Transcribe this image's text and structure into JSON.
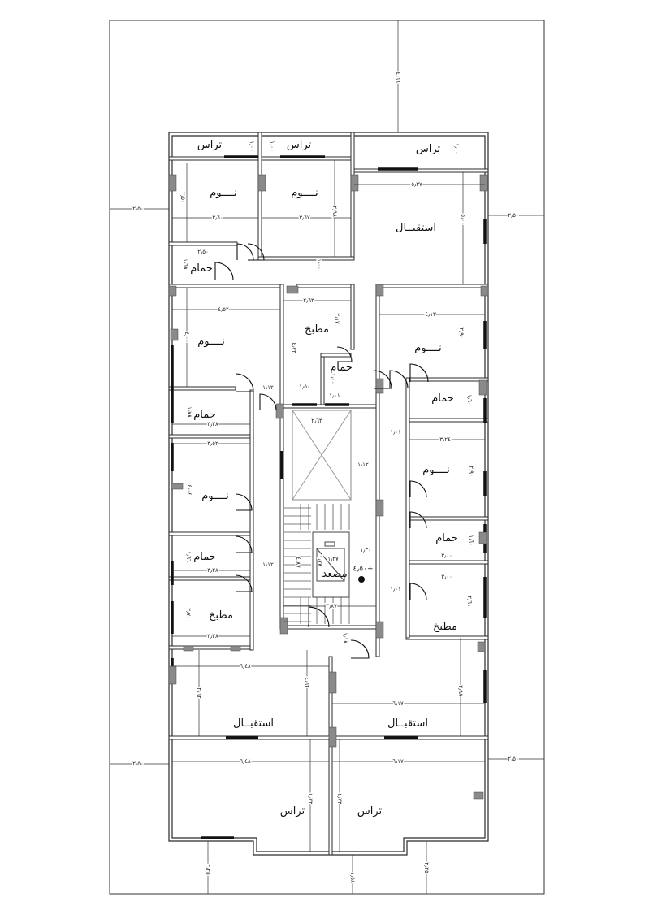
{
  "plan": {
    "level_label": "٤٫٥٠+",
    "rooms": [
      {
        "label": "تراس"
      },
      {
        "label": "تراس"
      },
      {
        "label": "تراس"
      },
      {
        "label": "نــــوم"
      },
      {
        "label": "نــــوم"
      },
      {
        "label": "استقبــال"
      },
      {
        "label": "حمام"
      },
      {
        "label": "نــــوم"
      },
      {
        "label": "مطبخ"
      },
      {
        "label": "حمام"
      },
      {
        "label": "نــــوم"
      },
      {
        "label": "حمام"
      },
      {
        "label": "حمام"
      },
      {
        "label": "نــــوم"
      },
      {
        "label": "نــــوم"
      },
      {
        "label": "حمام"
      },
      {
        "label": "حمام"
      },
      {
        "label": "مصعد"
      },
      {
        "label": "مطبخ"
      },
      {
        "label": "مطبخ"
      },
      {
        "label": "استقبــال"
      },
      {
        "label": "استقبــال"
      },
      {
        "label": "تراس"
      },
      {
        "label": "تراس"
      }
    ],
    "dimensions": [
      "٤٫٦٦",
      "٢٫٥٠",
      "٢٫٥٠",
      "١٫٠٠",
      "١٫٠٠",
      "١٫٠٠",
      "٢٫٥٠",
      "٣٫٦٠",
      "٣٫٦٧",
      "٢٫٩٨",
      "٥٫٣٧",
      "٥٫٠٠",
      "٢٫٥٠",
      "١٫٦٨",
      "١٫٠٠",
      "٤٫٥٢",
      "٤٫٠٠",
      "٢٫٦٣",
      "٢٫١٧",
      "٤٫٧٣",
      "٤٫١٣",
      "٢٫٩٠",
      "١٫٠٠",
      "١٫١٢",
      "١٫٥٠",
      "١٫٠١",
      "١٫٧٨",
      "٣٫٢٨",
      "٢٫٦٣",
      "١٫٠١",
      "٣٫٢٤",
      "١٫٦٠",
      "٣٫٥٢",
      "١٫١٢",
      "٤٫٠٤",
      "٢٫٩٠",
      "١٫٦٦",
      "٣٫٢٨",
      "١٫١٢",
      "٤٫٨٧",
      "١٫٣٠",
      "١٫٢٧",
      "١٫٧٧",
      "١٫٦٠",
      "٣٫٠٠",
      "٣٫٠٠",
      "٢٫٦١",
      "١٫٠١",
      "٣٫٨٧",
      "٢٫٧٠",
      "٣٫٢٨",
      "١٫١٨",
      "٦٫٤٨",
      "٤٫٦٢",
      "٢٫٦٢",
      "٦٫١٧",
      "٢٫٩٨",
      "٦٫٤٨",
      "٦٫١٧",
      "٢٫٥٠",
      "٢٫٥٠",
      "٤٫٧٣",
      "٤٫٧٣",
      "٢٫٢٥",
      "١٫٥٨",
      "٢٫٢٥"
    ],
    "colors": {
      "wall": "#2a2a2a",
      "column": "#8a8a8a",
      "window": "#111111"
    }
  }
}
